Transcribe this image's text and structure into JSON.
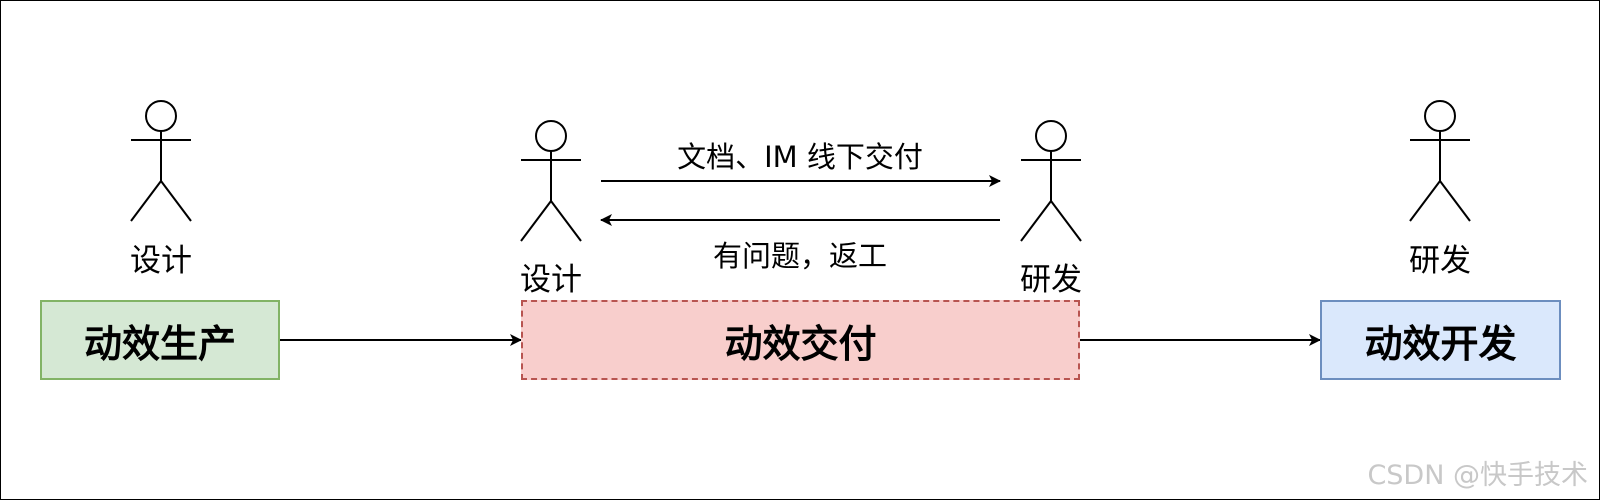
{
  "actors": {
    "left_designer": "设计",
    "mid_designer": "设计",
    "mid_developer": "研发",
    "right_developer": "研发"
  },
  "messages": {
    "forward": "文档、IM 线下交付",
    "backward": "有问题，返工"
  },
  "boxes": {
    "production": "动效生产",
    "delivery": "动效交付",
    "development": "动效开发"
  },
  "colors": {
    "production_fill": "#d5e8d4",
    "production_border": "#82b366",
    "delivery_fill": "#f8cecc",
    "delivery_border": "#b85450",
    "development_fill": "#dae8fc",
    "development_border": "#6c8ebf"
  },
  "watermark": "CSDN @快手技术"
}
